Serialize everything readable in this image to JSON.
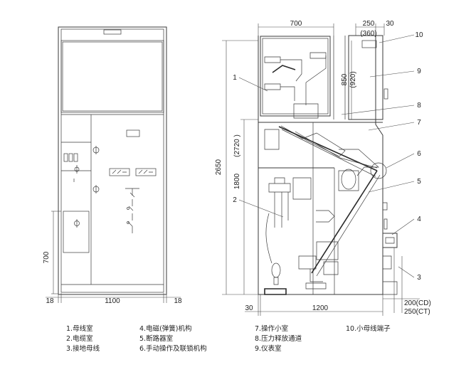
{
  "front_view": {
    "dims": {
      "height_700": "700",
      "width_1100": "1100",
      "margin_left_18": "18",
      "margin_right_18": "18"
    }
  },
  "side_view": {
    "dims": {
      "top_width": "700",
      "top_250": "250",
      "top_30": "30",
      "top_360": "(360)",
      "h_850": "850",
      "h_920": "(920)",
      "h_2650": "2650",
      "h_1800": "1800",
      "h_2720": "(2720 )",
      "bottom_30": "30",
      "bottom_1200": "1200",
      "r_200cd": "200(CD)",
      "r_250ct": "250(CT)"
    },
    "callouts": [
      "1",
      "2",
      "3",
      "4",
      "5",
      "6",
      "7",
      "8",
      "9",
      "10"
    ]
  },
  "legend": [
    "1.母线室",
    "2.电缆室",
    "3.接地母线",
    "4.电磁(弹簧)机构",
    "5.断路器室",
    "6.手动操作及联锁机构",
    "7.操作小室",
    "8.压力释放通道",
    "9.仪表室",
    "10.小母线端子"
  ]
}
